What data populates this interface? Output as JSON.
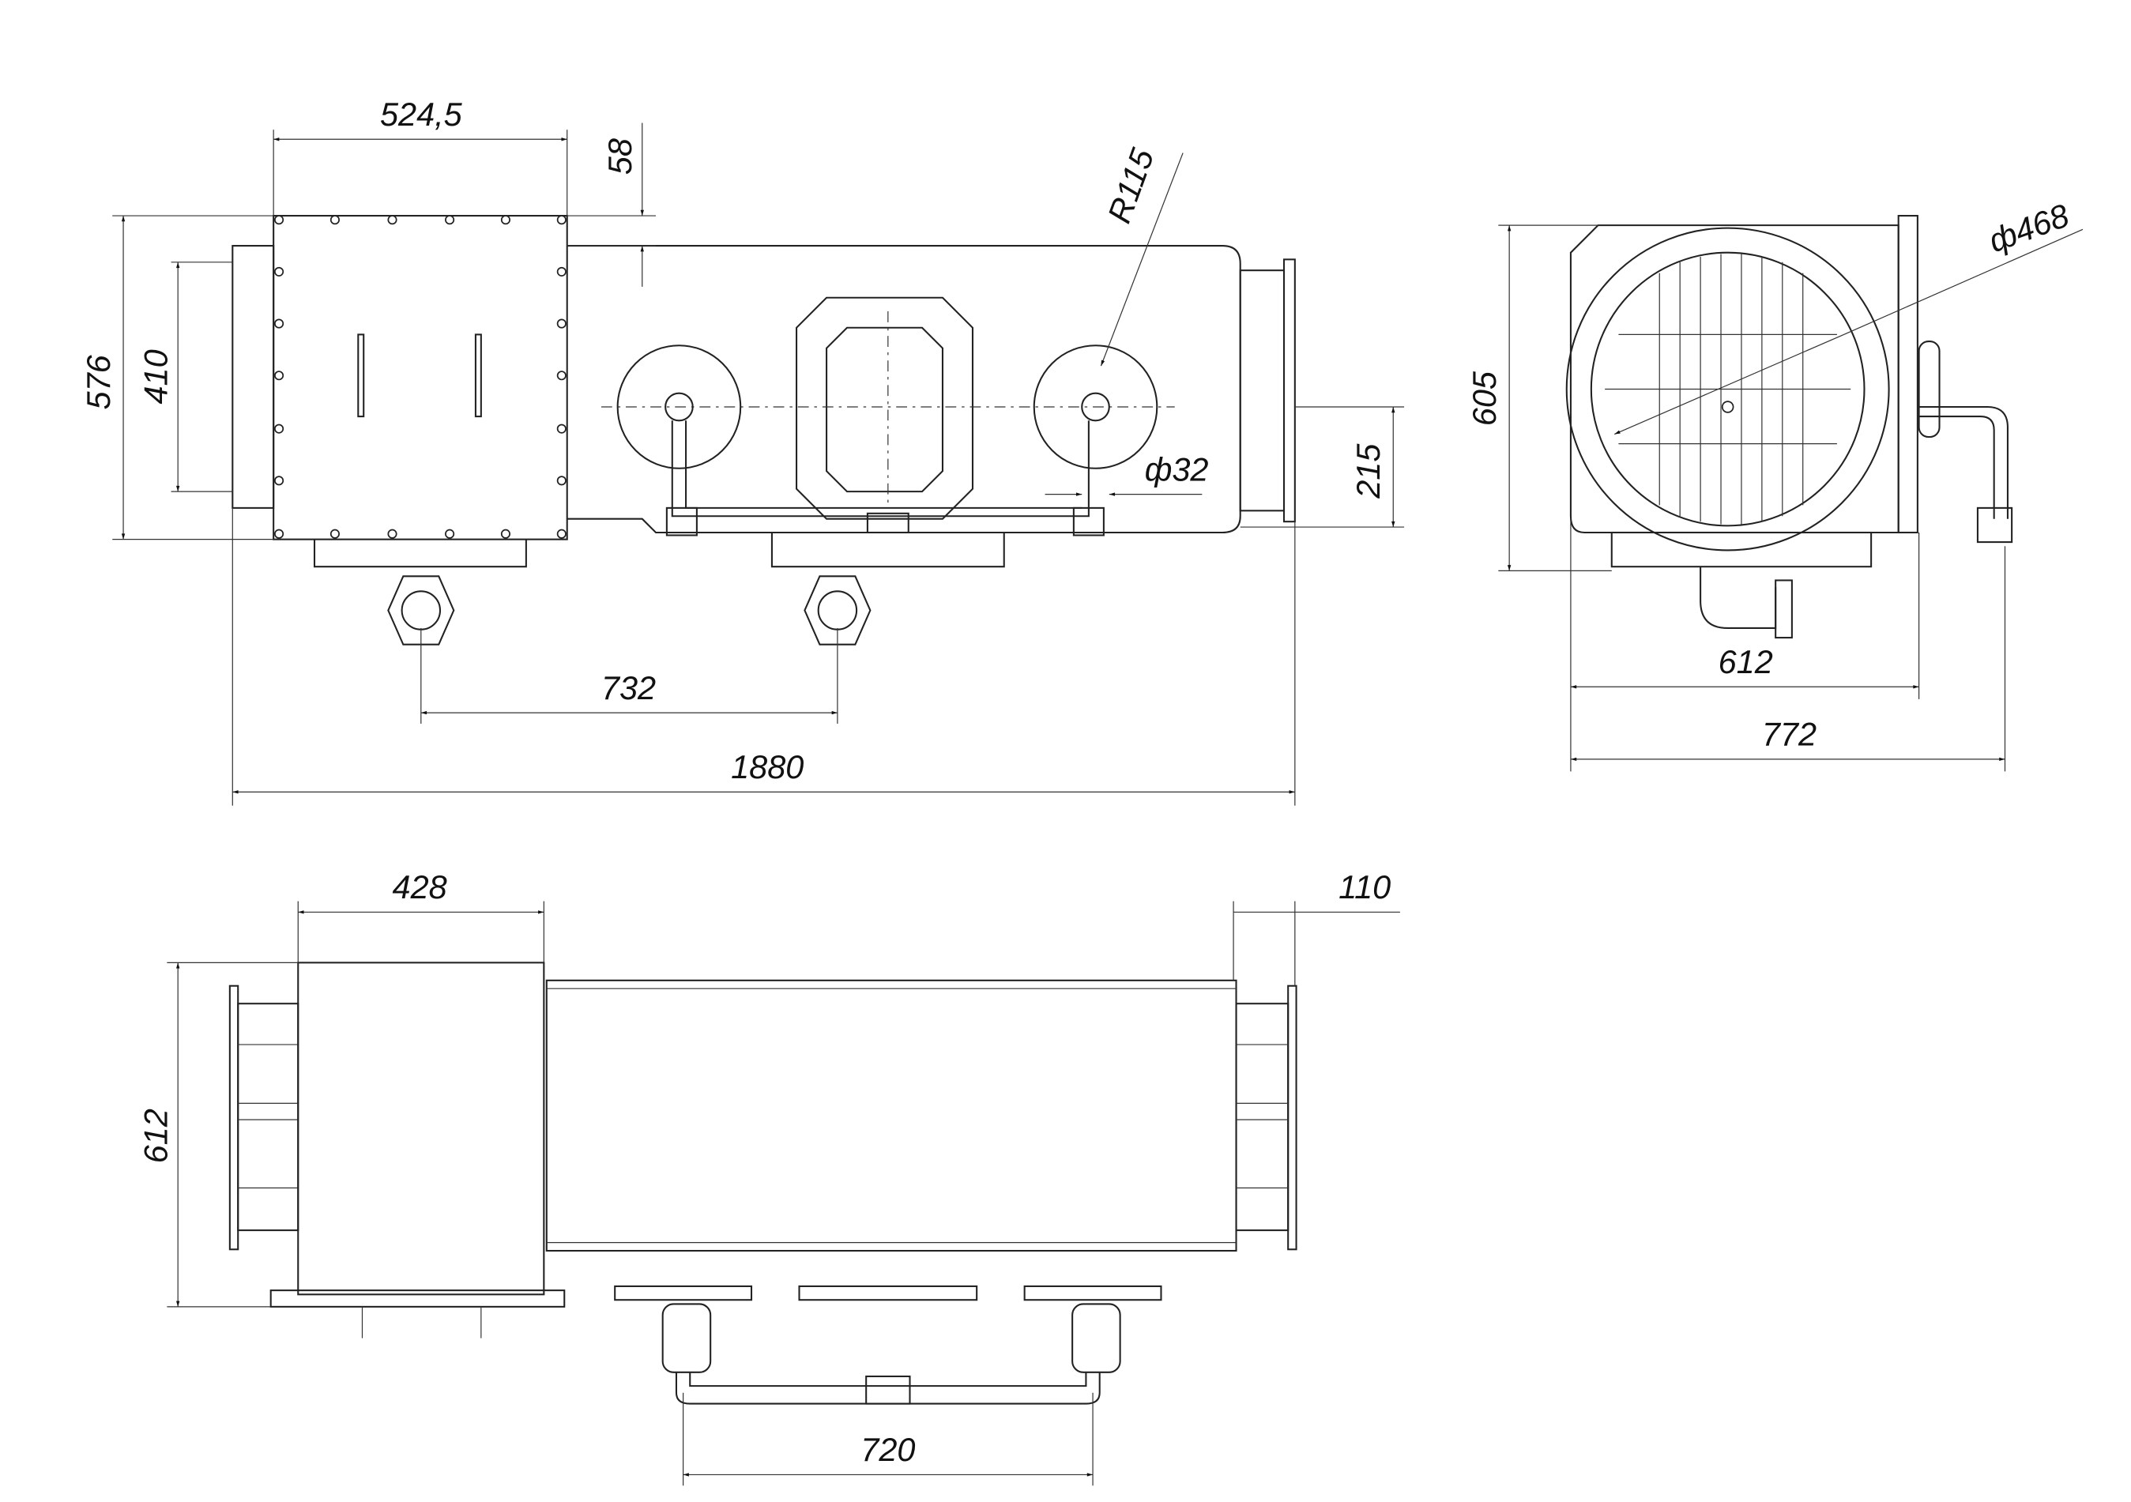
{
  "drawing": {
    "front_view": {
      "dimensions": {
        "box_width": "524,5",
        "top_offset": "58",
        "radius": "R115",
        "height_total": "576",
        "flange_height": "410",
        "axis_height": "215",
        "pipe_diameter": "ф32",
        "valve_spacing": "732",
        "overall_length": "1880"
      }
    },
    "side_view": {
      "dimensions": {
        "diameter": "ф468",
        "height": "605",
        "width": "612",
        "overall_width": "772"
      }
    },
    "top_view": {
      "dimensions": {
        "box_width": "428",
        "flange_length": "110",
        "width": "612",
        "pipe_spacing": "720"
      }
    }
  }
}
